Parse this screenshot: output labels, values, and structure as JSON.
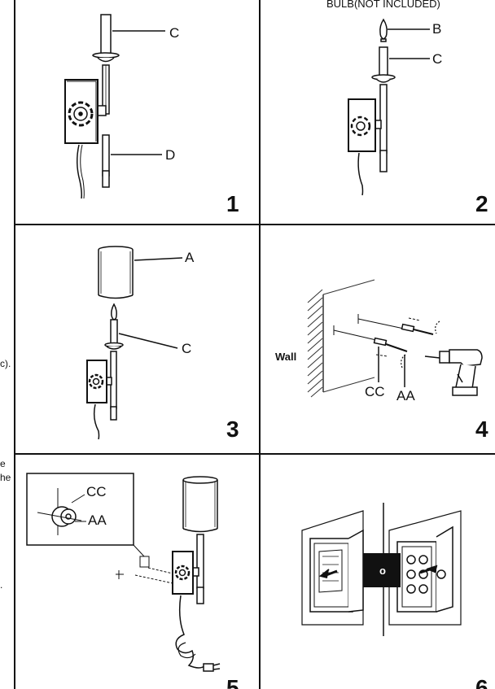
{
  "header": {
    "bulb_note": "BULB(NOT INCLUDED)"
  },
  "left_margin": {
    "fragment_1": "c).",
    "fragment_2": "e",
    "fragment_3": "he",
    "fragment_4": "."
  },
  "panels": [
    {
      "step": "1",
      "labels": [
        "C",
        "D"
      ]
    },
    {
      "step": "2",
      "labels": [
        "B",
        "C"
      ]
    },
    {
      "step": "3",
      "labels": [
        "A",
        "C"
      ]
    },
    {
      "step": "4",
      "labels": [
        "Wall",
        "CC",
        "AA"
      ]
    },
    {
      "step": "5",
      "labels": [
        "CC",
        "AA"
      ]
    },
    {
      "step": "6",
      "labels": [
        "o"
      ]
    }
  ],
  "colors": {
    "line": "#111111",
    "hatch": "#333333",
    "background": "#ffffff"
  }
}
